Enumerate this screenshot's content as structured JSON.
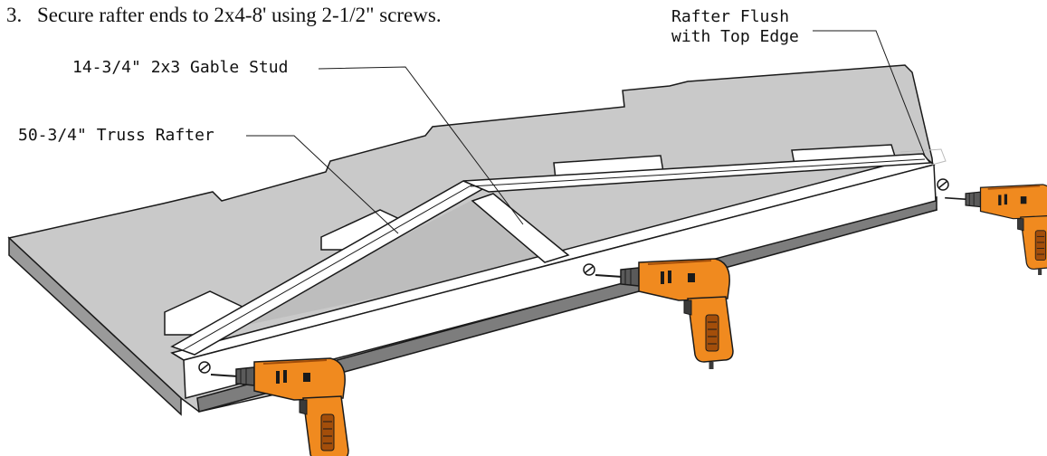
{
  "instruction": {
    "number": "3.",
    "text": "Secure rafter ends to 2x4-8' using 2-1/2\" screws."
  },
  "callouts": {
    "gable_stud": "14-3/4\" 2x3 Gable Stud",
    "truss_rafter": "50-3/4\" Truss Rafter",
    "rafter_flush_line1": "Rafter Flush",
    "rafter_flush_line2": "with Top Edge"
  },
  "colors": {
    "panel_top": "#c9c9c9",
    "panel_side": "#9a9a9a",
    "lumber": "#ffffff",
    "outline": "#1a1a1a",
    "drill_body": "#f08a1f",
    "drill_dark": "#a34e0a",
    "drill_grip": "#3a3a3a"
  },
  "icons": [
    "screw-icon",
    "drill-icon"
  ]
}
